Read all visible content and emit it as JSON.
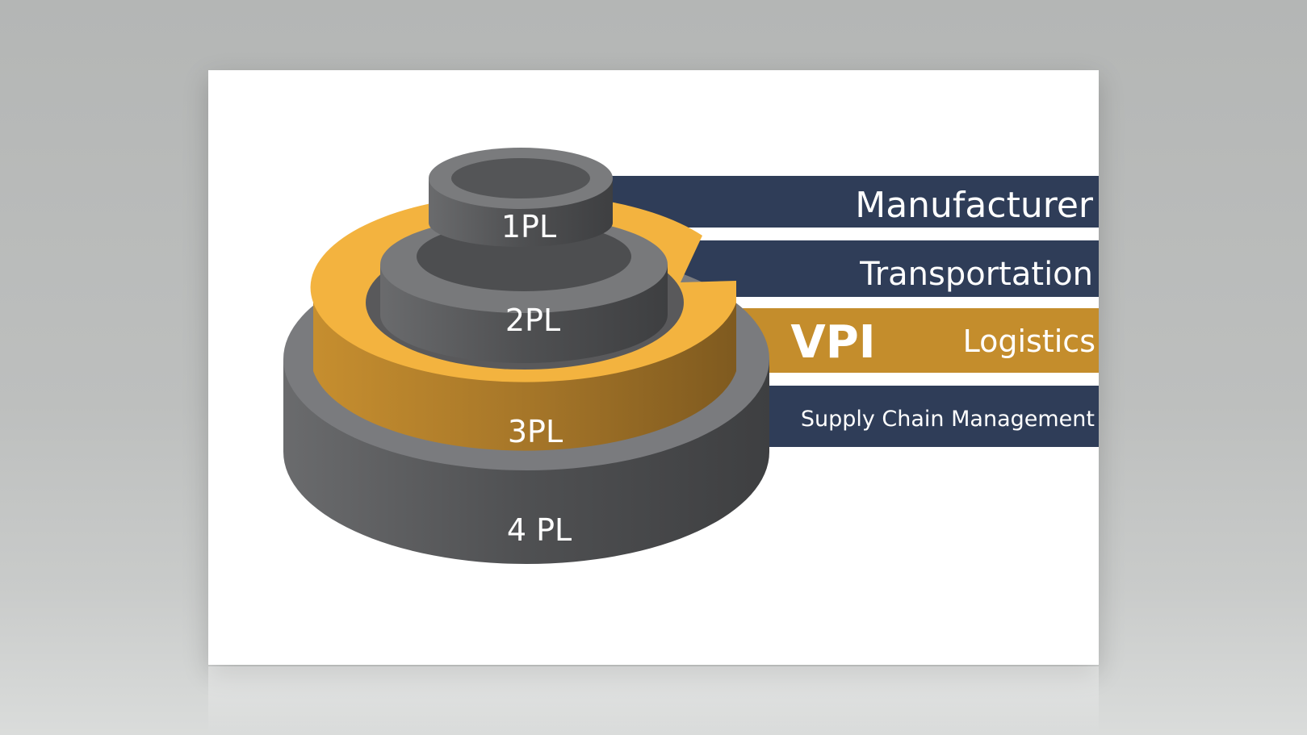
{
  "levels": [
    {
      "ring": "1PL",
      "band": "Manufacturer",
      "color": "#2f3d58"
    },
    {
      "ring": "2PL",
      "band": "Transportation",
      "color": "#2f3d58"
    },
    {
      "ring": "3PL",
      "band": "Logistics",
      "band_brand": "VPI",
      "color": "#c48d2c"
    },
    {
      "ring": "4 PL",
      "band": "Supply Chain Management",
      "color": "#2f3d58"
    }
  ],
  "colors": {
    "gray_top": "#797a7c",
    "gray_side": "#525254",
    "gold_top": "#f3b33f",
    "gold_side": "#a7782a",
    "navy": "#2f3d58"
  }
}
